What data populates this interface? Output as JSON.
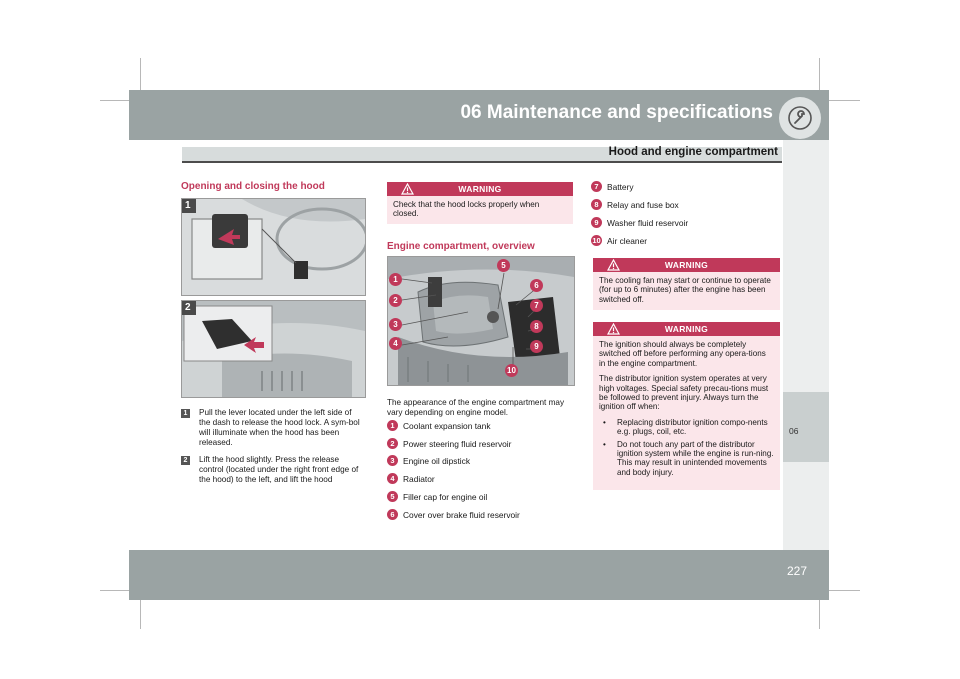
{
  "header": {
    "chapter_title": "06 Maintenance and specifications",
    "section_title": "Hood and engine compartment",
    "side_tab": "06",
    "page_number": "227"
  },
  "hood": {
    "title": "Opening and closing the hood",
    "image1_label": "1",
    "image2_label": "2",
    "steps": [
      {
        "num": "1",
        "text": "Pull the lever located under the left side of the dash to release the hood lock. A sym-bol will illuminate when the hood has been released."
      },
      {
        "num": "2",
        "text": "Lift the hood slightly. Press the release control (located under the right front edge of the hood) to the left, and lift the hood"
      }
    ]
  },
  "warning1": {
    "heading": "WARNING",
    "text": "Check that the hood locks properly when closed."
  },
  "engine": {
    "title": "Engine compartment, overview",
    "callouts": [
      "1",
      "2",
      "3",
      "4",
      "5",
      "6",
      "7",
      "8",
      "9",
      "10"
    ],
    "intro": "The appearance of the engine compartment may vary depending on engine model.",
    "components": [
      {
        "num": "1",
        "label": "Coolant expansion tank"
      },
      {
        "num": "2",
        "label": "Power steering fluid reservoir"
      },
      {
        "num": "3",
        "label": "Engine oil dipstick"
      },
      {
        "num": "4",
        "label": "Radiator"
      },
      {
        "num": "5",
        "label": "Filler cap for engine oil"
      },
      {
        "num": "6",
        "label": "Cover over brake fluid reservoir"
      },
      {
        "num": "7",
        "label": "Battery"
      },
      {
        "num": "8",
        "label": "Relay and fuse box"
      },
      {
        "num": "9",
        "label": "Washer fluid reservoir"
      },
      {
        "num": "10",
        "label": "Air cleaner"
      }
    ]
  },
  "warning2": {
    "heading": "WARNING",
    "text": "The cooling fan may start or continue to operate (for up to 6 minutes) after the engine has been switched off."
  },
  "warning3": {
    "heading": "WARNING",
    "p1": "The ignition should always be completely switched off before performing any opera-tions in the engine compartment.",
    "p2": "The distributor ignition system operates at very high voltages. Special safety precau-tions must be followed to prevent injury. Always turn the ignition off when:",
    "bullets": [
      "Replacing distributor ignition compo-nents e.g. plugs, coil, etc.",
      "Do not touch any part of the distributor ignition system while the engine is run-ning. This may result in unintended movements and body injury."
    ]
  },
  "colors": {
    "accent": "#c0395a",
    "header_bg": "#9aa3a3",
    "warning_bg": "#fbe6ea"
  }
}
